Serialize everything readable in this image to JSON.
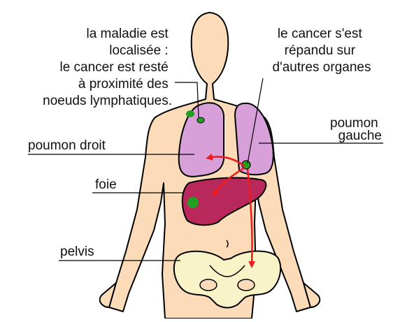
{
  "labels": {
    "localized": [
      "la maladie est",
      "localisée :",
      "le cancer est resté",
      "à proximité des",
      "noeuds lymphatiques."
    ],
    "spread": [
      "le cancer s'est",
      "répandu sur",
      "d'autres organes"
    ],
    "left_lung": [
      "poumon"
    ],
    "left_lung_2": [
      "gauche"
    ],
    "right_lung": "poumon droit",
    "liver": "foie",
    "pelvis": "pelvis"
  },
  "colors": {
    "skin": "#fcdcb8",
    "outline": "#000000",
    "lung": "#d8a0d8",
    "liver": "#b8285a",
    "tumor": "#22a022",
    "arrow": "#ee1c1c",
    "pelvis": "#f8f4c8"
  }
}
